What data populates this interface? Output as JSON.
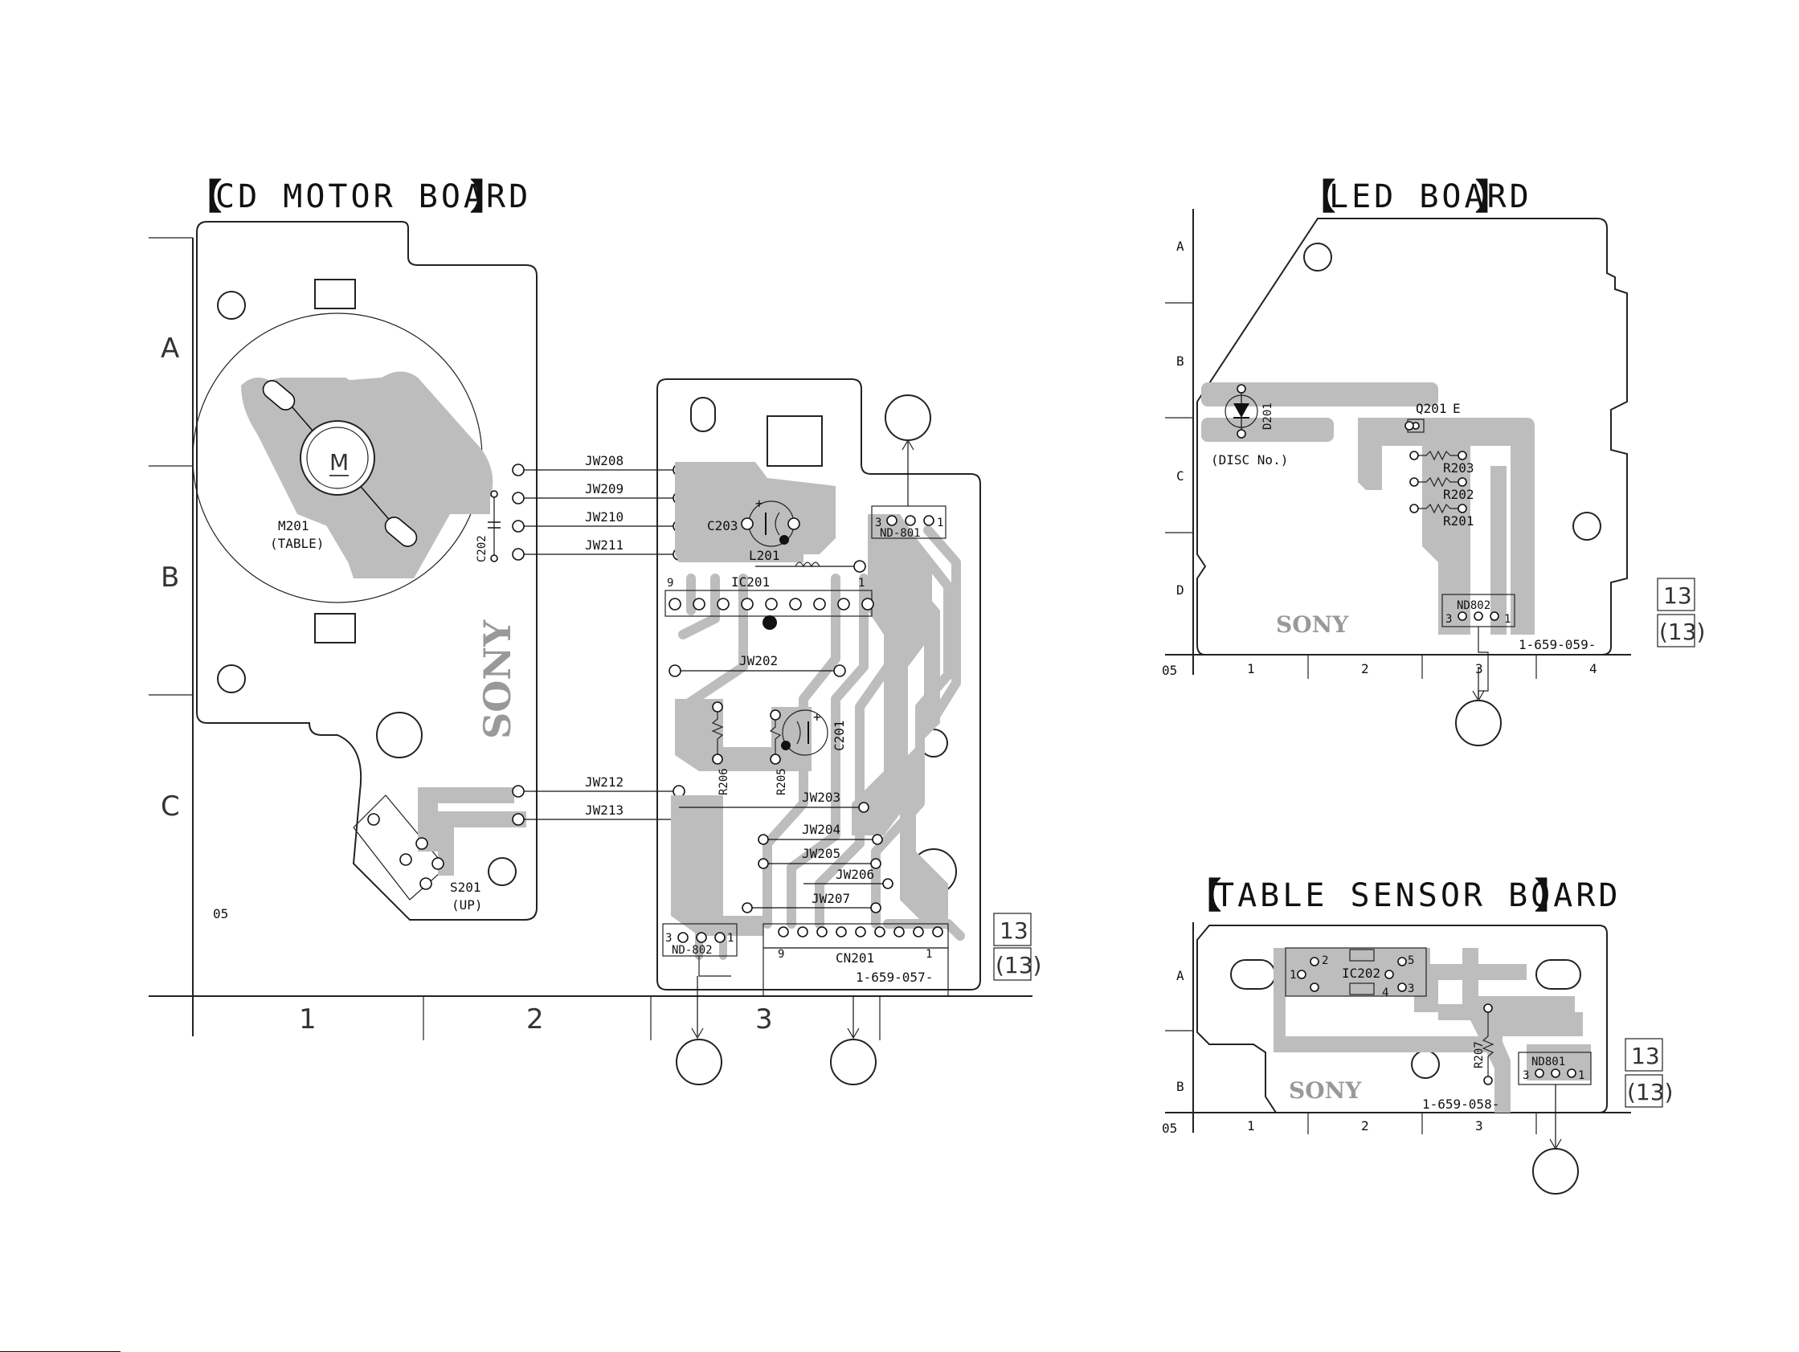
{
  "cd_motor_board": {
    "title": "CD MOTOR BOARD",
    "rows": [
      "A",
      "B",
      "C"
    ],
    "cols": [
      "1",
      "2",
      "3"
    ],
    "corner": "05",
    "jumpers": [
      "JW208",
      "JW209",
      "JW210",
      "JW211",
      "JW212",
      "JW213",
      "JW202",
      "JW203",
      "JW204",
      "JW205",
      "JW206",
      "JW207"
    ],
    "motor_symbol": "M",
    "motor_ref": "M201",
    "motor_desc": "(TABLE)",
    "c202": "C202",
    "c203": "C203",
    "l201": "L201",
    "ic201": "IC201",
    "ic201_pin_first": "9",
    "ic201_pin_last": "1",
    "c201": "C201",
    "r206": "R206",
    "r205": "R205",
    "s201": "S201",
    "s201_desc": "(UP)",
    "nd801": "ND-801",
    "nd801_pins": [
      "3",
      "1"
    ],
    "nd802": "ND-802",
    "nd802_pins": [
      "3",
      "1"
    ],
    "cn201": "CN201",
    "cn201_pins": [
      "9",
      "1"
    ],
    "part_no": "1-659-057-",
    "sony": "SONY",
    "page_ref": "13",
    "page_ref_paren": "(13)"
  },
  "led_board": {
    "title": "LED BOARD",
    "rows": [
      "A",
      "B",
      "C",
      "D"
    ],
    "cols": [
      "1",
      "2",
      "3",
      "4"
    ],
    "corner": "05",
    "d201": "D201",
    "d201_desc": "(DISC No.)",
    "q201": "Q201",
    "q201_e": "E",
    "r203": "R203",
    "r202": "R202",
    "r201": "R201",
    "nd802": "ND802",
    "nd802_pins": [
      "3",
      "1"
    ],
    "part_no": "1-659-059-",
    "sony": "SONY",
    "page_ref": "13",
    "page_ref_paren": "(13)"
  },
  "table_sensor_board": {
    "title": "TABLE SENSOR BOARD",
    "rows": [
      "A",
      "B"
    ],
    "cols": [
      "1",
      "2",
      "3"
    ],
    "corner": "05",
    "ic202": "IC202",
    "ic202_pins": [
      "1",
      "2",
      "4",
      "5",
      "3"
    ],
    "r207": "R207",
    "nd801": "ND801",
    "nd801_pins": [
      "3",
      "1"
    ],
    "part_no": "1-659-058-",
    "sony": "SONY",
    "page_ref": "13",
    "page_ref_paren": "(13)"
  },
  "colors": {
    "copper": "#bdbdbd",
    "ink": "#111111",
    "paper": "#ffffff"
  }
}
